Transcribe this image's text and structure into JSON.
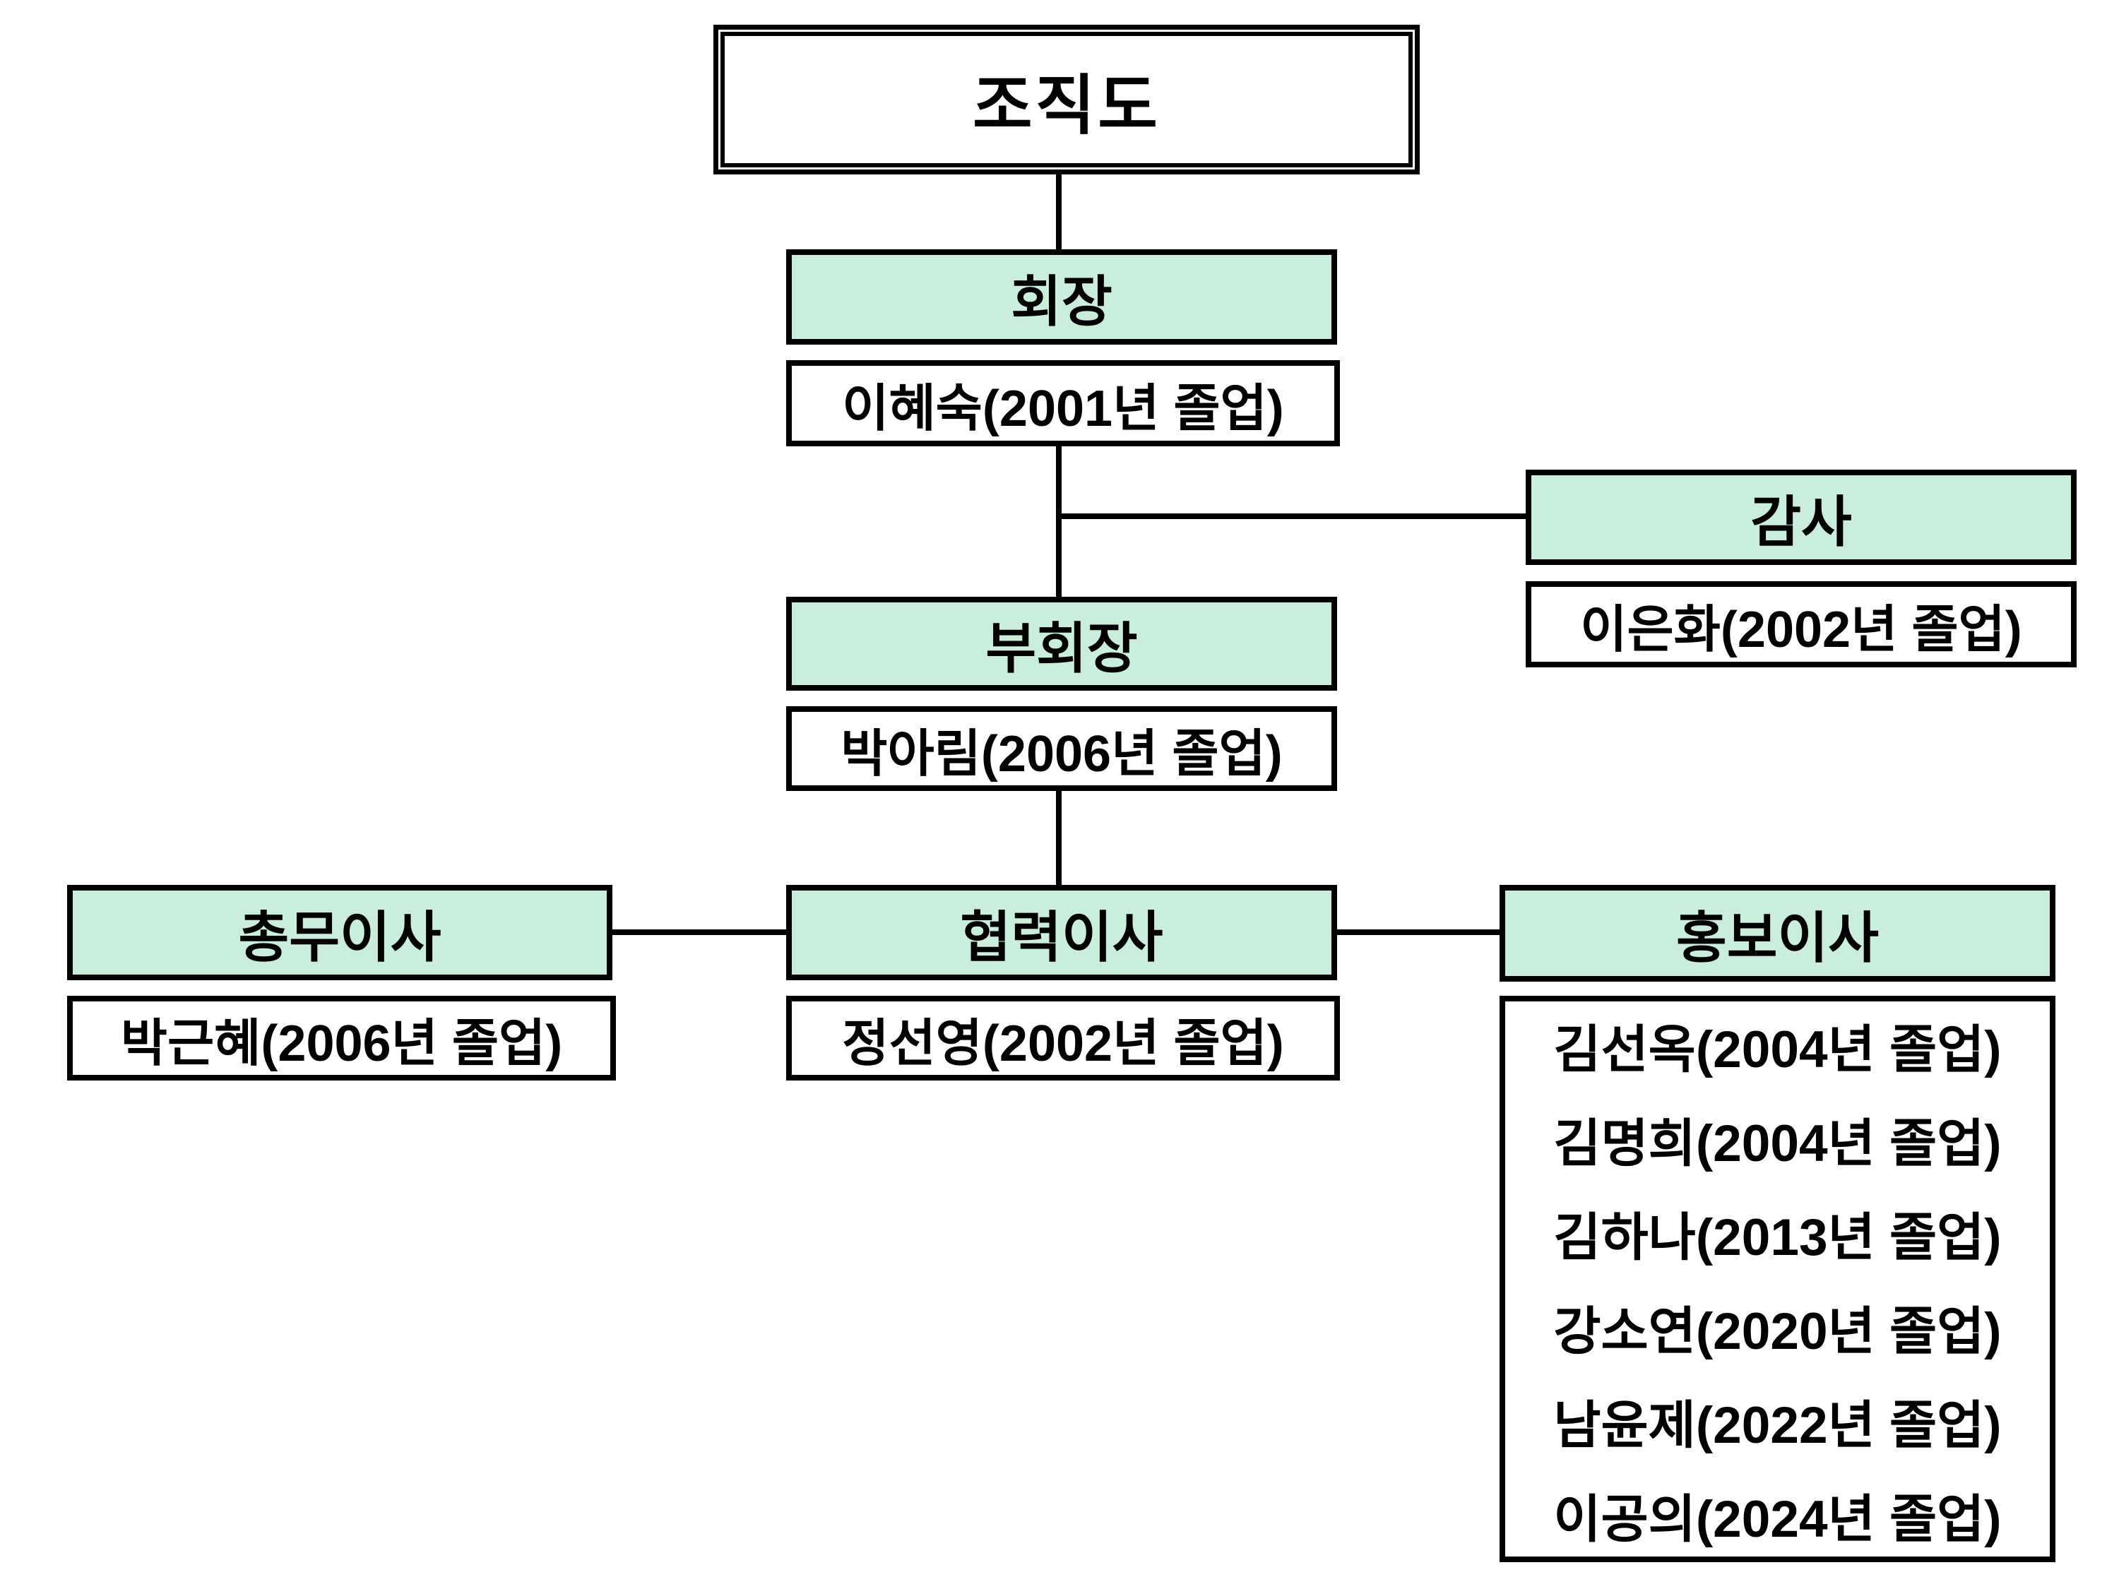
{
  "chart": {
    "title": "조직도",
    "colors": {
      "box_fill": "#cbeddc",
      "line": "#000000",
      "background": "#ffffff"
    },
    "nodes": {
      "chairman": {
        "label": "회장",
        "member": "이혜숙(2001년 졸업)"
      },
      "auditor": {
        "label": "감사",
        "member": "이은화(2002년 졸업)"
      },
      "vice_chairman": {
        "label": "부회장",
        "member": "박아림(2006년 졸업)"
      },
      "general_affairs": {
        "label": "총무이사",
        "member": "박근혜(2006년 졸업)"
      },
      "cooperation": {
        "label": "협력이사",
        "member": "정선영(2002년 졸업)"
      },
      "public_relations": {
        "label": "홍보이사",
        "members": [
          "김선옥(2004년 졸업)",
          "김명희(2004년 졸업)",
          "김하나(2013년 졸업)",
          "강소연(2020년 졸업)",
          "남윤제(2022년 졸업)",
          "이공의(2024년 졸업)"
        ]
      }
    }
  }
}
